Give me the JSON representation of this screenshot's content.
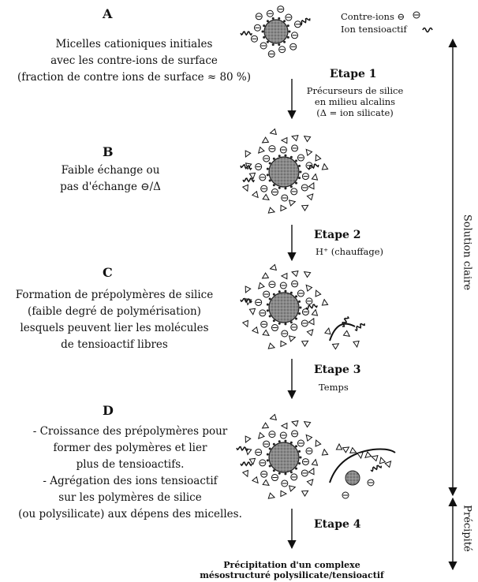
{
  "stages": [
    {
      "letter": "A",
      "lines": [
        "Micelles cationiques initiales",
        "avec les contre-ions de surface",
        "(fraction de contre ions de surface ≈ 80 %)"
      ]
    },
    {
      "letter": "B",
      "lines": [
        "Faible échange ou",
        "pas d'échange ⊖/Δ"
      ]
    },
    {
      "letter": "C",
      "lines": [
        "Formation de prépolymères de silice",
        "(faible degré de polymérisation)",
        "lesquels peuvent lier les molécules",
        "de tensioactif libres"
      ]
    },
    {
      "letter": "D",
      "lines": [
        "- Croissance des prépolymères pour",
        "former des polymères et lier",
        "plus de tensioactifs.",
        "- Agrégation des ions tensioactif",
        "sur les polymères de silice",
        "(ou polysilicate) aux dépens des micelles."
      ]
    }
  ],
  "legend": {
    "counterion": "Contre-ions ⊖",
    "surfactant": "Ion tensioactif"
  },
  "steps": [
    {
      "label": "Etape 1",
      "details": [
        "Précurseurs de silice",
        "en milieu alcalins",
        "(Δ = ion silicate)"
      ]
    },
    {
      "label": "Etape 2",
      "details": [
        "H⁺ (chauffage)"
      ]
    },
    {
      "label": "Etape 3",
      "details": [
        "Temps"
      ]
    },
    {
      "label": "Etape 4",
      "details": []
    }
  ],
  "final": [
    "Précipitation d'un complexe",
    "mésostructuré polysilicate/tensioactif"
  ],
  "side": {
    "clear": "Solution claire",
    "precipitate": "Précipité"
  }
}
